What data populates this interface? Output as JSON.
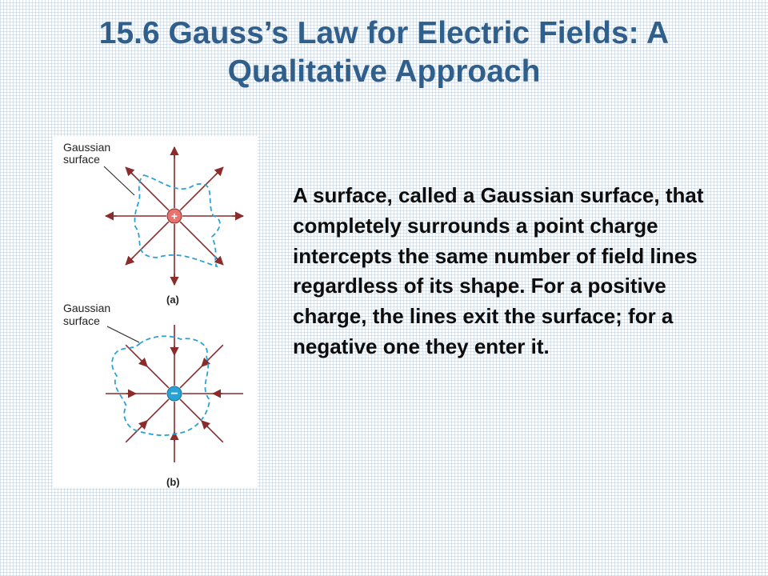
{
  "slide": {
    "title": "15.6 Gauss’s Law for Electric Fields: A Qualitative Approach",
    "body": "A surface, called a Gaussian surface, that completely surrounds a point charge intercepts the same number of field lines regardless of its shape. For a positive charge, the lines exit the surface; for a negative one they enter it."
  },
  "figure": {
    "panel_a": {
      "label_line1": "Gaussian",
      "label_line2": "surface",
      "caption": "(a)",
      "charge_symbol": "+",
      "field_direction": "outward"
    },
    "panel_b": {
      "label_line1": "Gaussian",
      "label_line2": "surface",
      "caption": "(b)",
      "charge_symbol": "−",
      "field_direction": "inward"
    }
  },
  "colors": {
    "title": "#2f5f8a",
    "field_line": "#8b2b2b",
    "gaussian_surface": "#29a3d6",
    "positive_charge": "#e6736e",
    "negative_charge": "#29a3d6"
  }
}
